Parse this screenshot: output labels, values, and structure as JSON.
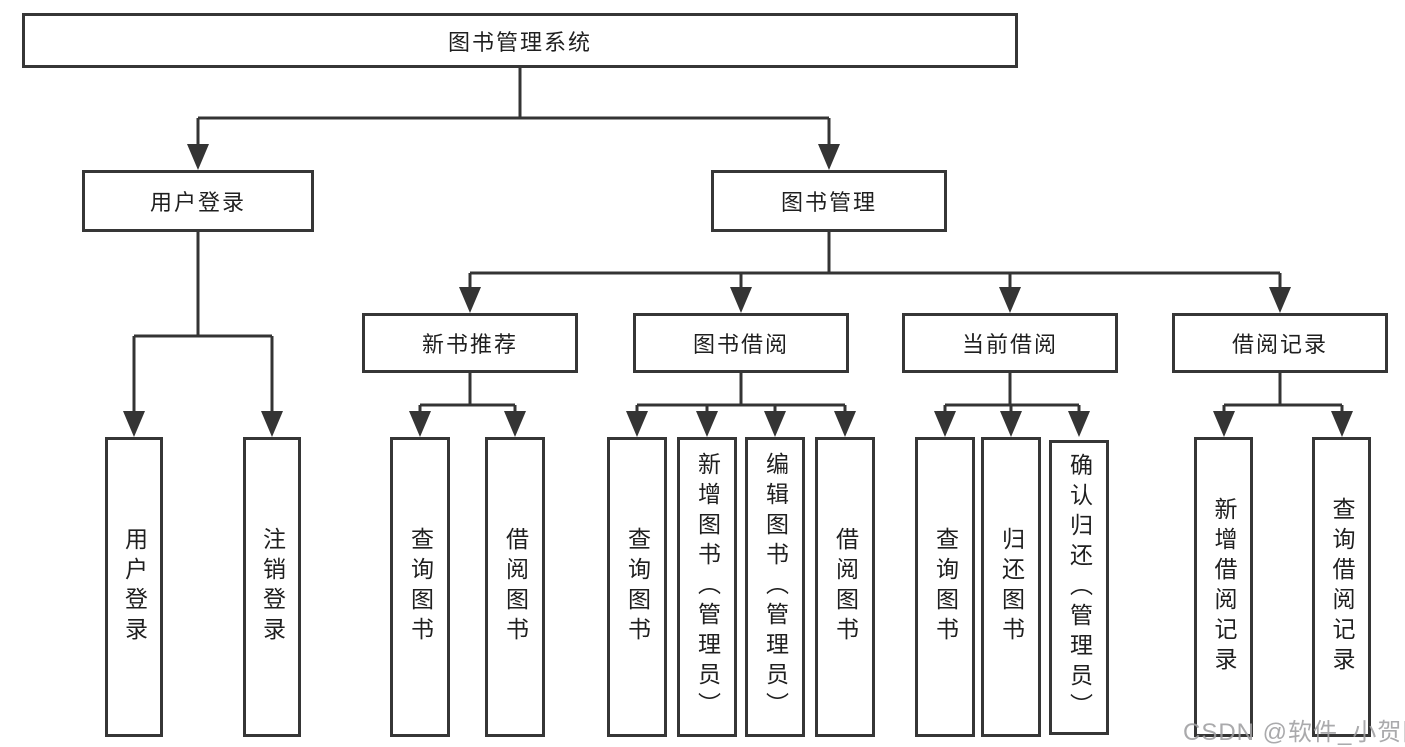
{
  "diagram": {
    "title": "图书管理系统",
    "tree": {
      "label": "图书管理系统",
      "children": [
        {
          "label": "用户登录",
          "children": [
            {
              "label": "用户登录"
            },
            {
              "label": "注销登录"
            }
          ]
        },
        {
          "label": "图书管理",
          "children": [
            {
              "label": "新书推荐",
              "children": [
                {
                  "label": "查询图书"
                },
                {
                  "label": "借阅图书"
                }
              ]
            },
            {
              "label": "图书借阅",
              "children": [
                {
                  "label": "查询图书"
                },
                {
                  "label": "新增图书（管理员）"
                },
                {
                  "label": "编辑图书（管理员）"
                },
                {
                  "label": "借阅图书"
                }
              ]
            },
            {
              "label": "当前借阅",
              "children": [
                {
                  "label": "查询图书"
                },
                {
                  "label": "归还图书"
                },
                {
                  "label": "确认归还（管理员）"
                }
              ]
            },
            {
              "label": "借阅记录",
              "children": [
                {
                  "label": "新增借阅记录"
                },
                {
                  "label": "查询借阅记录"
                }
              ]
            }
          ]
        }
      ]
    },
    "watermark": "CSDN @软件_小贺同学",
    "colors": {
      "line": "#343434",
      "border": "#363636",
      "text": "#1f1f1f",
      "watermark": "#9e9ea0",
      "background": "#ffffff"
    }
  }
}
